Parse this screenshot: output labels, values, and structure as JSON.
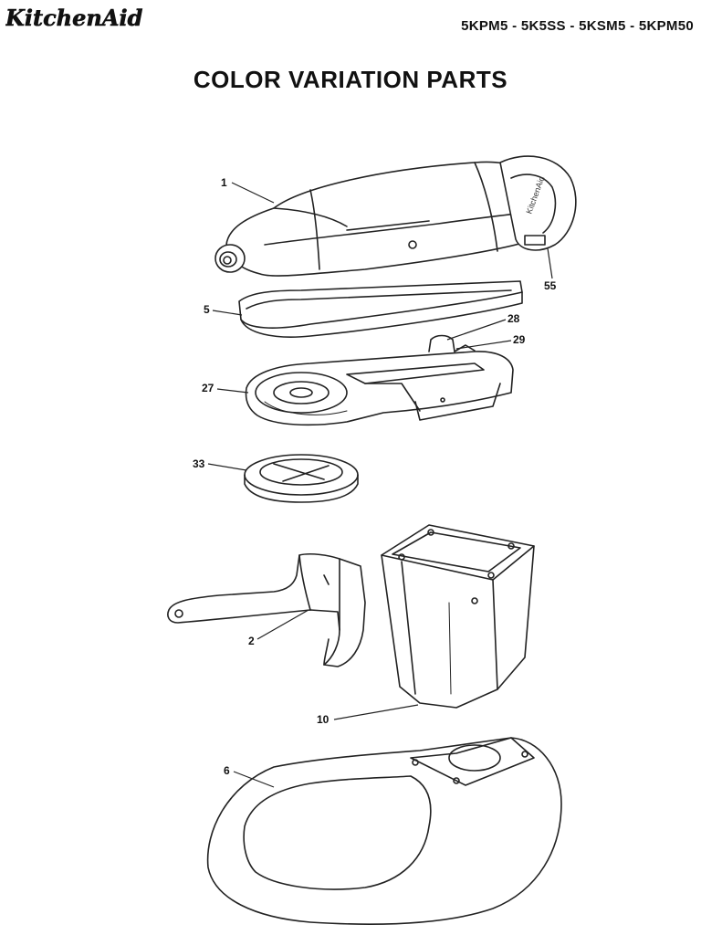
{
  "header": {
    "brand": "KitchenAid",
    "models": "5KPM5 - 5K5SS - 5KSM5 - 5KPM50"
  },
  "title": "COLOR VARIATION PARTS",
  "callouts": [
    {
      "id": "1",
      "label": "1"
    },
    {
      "id": "55",
      "label": "55"
    },
    {
      "id": "5",
      "label": "5"
    },
    {
      "id": "28",
      "label": "28"
    },
    {
      "id": "29",
      "label": "29"
    },
    {
      "id": "27",
      "label": "27"
    },
    {
      "id": "33",
      "label": "33"
    },
    {
      "id": "2",
      "label": "2"
    },
    {
      "id": "10",
      "label": "10"
    },
    {
      "id": "6",
      "label": "6"
    }
  ]
}
